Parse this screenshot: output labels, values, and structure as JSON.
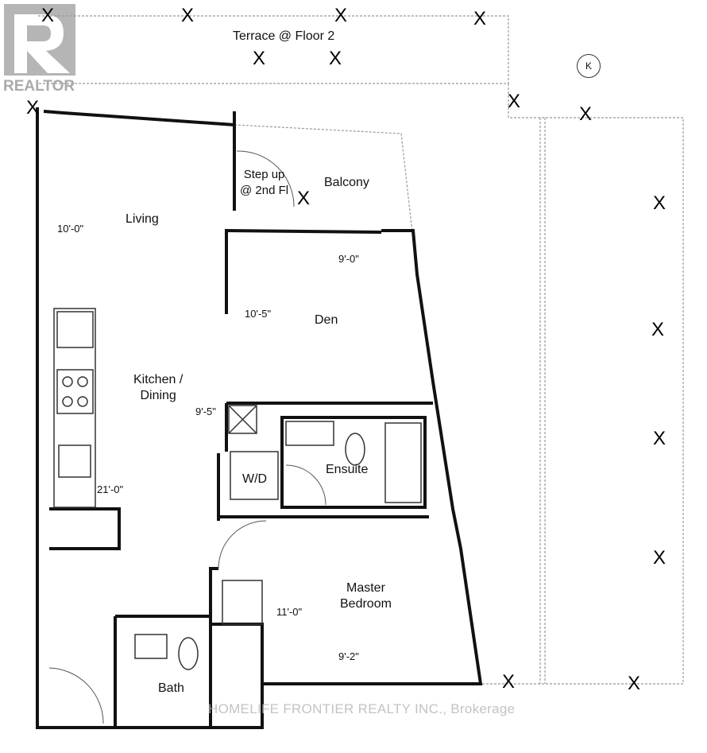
{
  "logo": {
    "text": "REALTOR"
  },
  "terrace": {
    "label": "Terrace @ Floor 2"
  },
  "rooms": {
    "balcony": "Balcony",
    "step_up": "Step up\n@ 2nd Fl",
    "living": "Living",
    "den": "Den",
    "kitchen": "Kitchen /\nDining",
    "wd": "W/D",
    "ensuite": "Ensuite",
    "master": "Master\nBedroom",
    "bath": "Bath"
  },
  "dimensions": {
    "living": "10'-0\"",
    "den_w": "9'-0\"",
    "den_l": "10'-5\"",
    "kitchen_w": "9'-5\"",
    "kitchen_l": "21'-0\"",
    "master_l": "11'-0\"",
    "master_w": "9'-2\""
  },
  "watermark": "HOMELIFE FRONTIER REALTY INC., Brokerage",
  "marker": "X"
}
